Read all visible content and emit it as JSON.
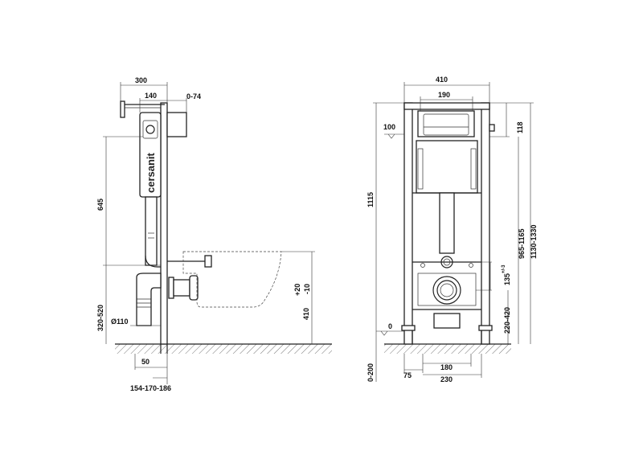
{
  "brand": "cersanit",
  "side_view": {
    "dims": {
      "width_total": "300",
      "width_top": "140",
      "adjust": "0-74",
      "height_flush": "645",
      "height_outlet": "320-520",
      "pipe": "Ø110",
      "bottom_50": "50",
      "depth": "154-170-186",
      "bowl_height": "410",
      "bowl_adjust": "+20\n-10"
    },
    "bowl_adjust_plus": "+20",
    "bowl_adjust_minus": "-10"
  },
  "front_view": {
    "dims": {
      "width": "410",
      "button_width": "190",
      "top_level": "100",
      "button_offset": "118",
      "total_height": "1115",
      "height_range_1": "965-1165",
      "height_range_2": "1130-1330",
      "outlet_height": "135",
      "outlet_sup": "+/-3",
      "floor_height": "220-420",
      "zero_level": "0",
      "floor_adjust": "0-200",
      "leg_offset": "75",
      "bolt_spacing": "180",
      "leg_spacing": "230"
    }
  }
}
